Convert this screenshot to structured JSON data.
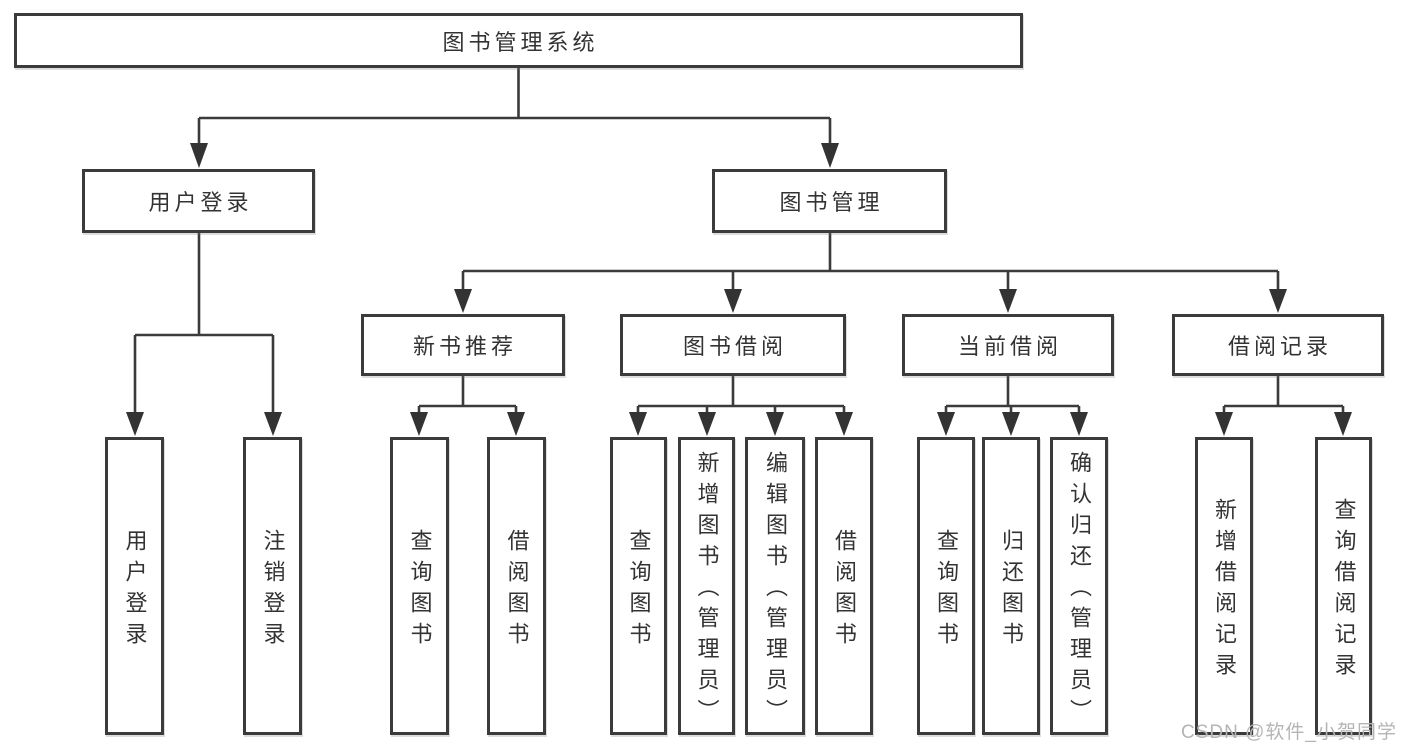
{
  "diagram_title": "图书管理系统",
  "nodes": {
    "root": {
      "label": "图书管理系统"
    },
    "user_login": {
      "label": "用户登录"
    },
    "book_mgmt": {
      "label": "图书管理"
    },
    "new_book_rec": {
      "label": "新书推荐"
    },
    "book_borrow": {
      "label": "图书借阅"
    },
    "current_borrow": {
      "label": "当前借阅"
    },
    "borrow_records": {
      "label": "借阅记录"
    },
    "ul_login": {
      "label": "用户登录"
    },
    "ul_logout": {
      "label": "注销登录"
    },
    "nb_query": {
      "label": "查询图书"
    },
    "nb_borrow": {
      "label": "借阅图书"
    },
    "bb_query": {
      "label": "查询图书"
    },
    "bb_add": {
      "label": "新增图书（管理员）"
    },
    "bb_edit": {
      "label": "编辑图书（管理员）"
    },
    "bb_borrow": {
      "label": "借阅图书"
    },
    "cb_query": {
      "label": "查询图书"
    },
    "cb_return": {
      "label": "归还图书"
    },
    "cb_confirm": {
      "label": "确认归还（管理员）"
    },
    "br_add": {
      "label": "新增借阅记录"
    },
    "br_query": {
      "label": "查询借阅记录"
    }
  },
  "edges": [
    [
      "图书管理系统",
      "用户登录"
    ],
    [
      "图书管理系统",
      "图书管理"
    ],
    [
      "用户登录",
      "用户登录"
    ],
    [
      "用户登录",
      "注销登录"
    ],
    [
      "图书管理",
      "新书推荐"
    ],
    [
      "图书管理",
      "图书借阅"
    ],
    [
      "图书管理",
      "当前借阅"
    ],
    [
      "图书管理",
      "借阅记录"
    ],
    [
      "新书推荐",
      "查询图书"
    ],
    [
      "新书推荐",
      "借阅图书"
    ],
    [
      "图书借阅",
      "查询图书"
    ],
    [
      "图书借阅",
      "新增图书（管理员）"
    ],
    [
      "图书借阅",
      "编辑图书（管理员）"
    ],
    [
      "图书借阅",
      "借阅图书"
    ],
    [
      "当前借阅",
      "查询图书"
    ],
    [
      "当前借阅",
      "归还图书"
    ],
    [
      "当前借阅",
      "确认归还（管理员）"
    ],
    [
      "借阅记录",
      "新增借阅记录"
    ],
    [
      "借阅记录",
      "查询借阅记录"
    ]
  ],
  "watermark": {
    "text": "CSDN @软件_小贺同学"
  },
  "colors": {
    "background": "#ffffff",
    "line": "#3b3b3b",
    "arrowhead": "#333333",
    "box_border": "#3b3b3b",
    "text": "#333333",
    "watermark": "#b5b5b5"
  }
}
